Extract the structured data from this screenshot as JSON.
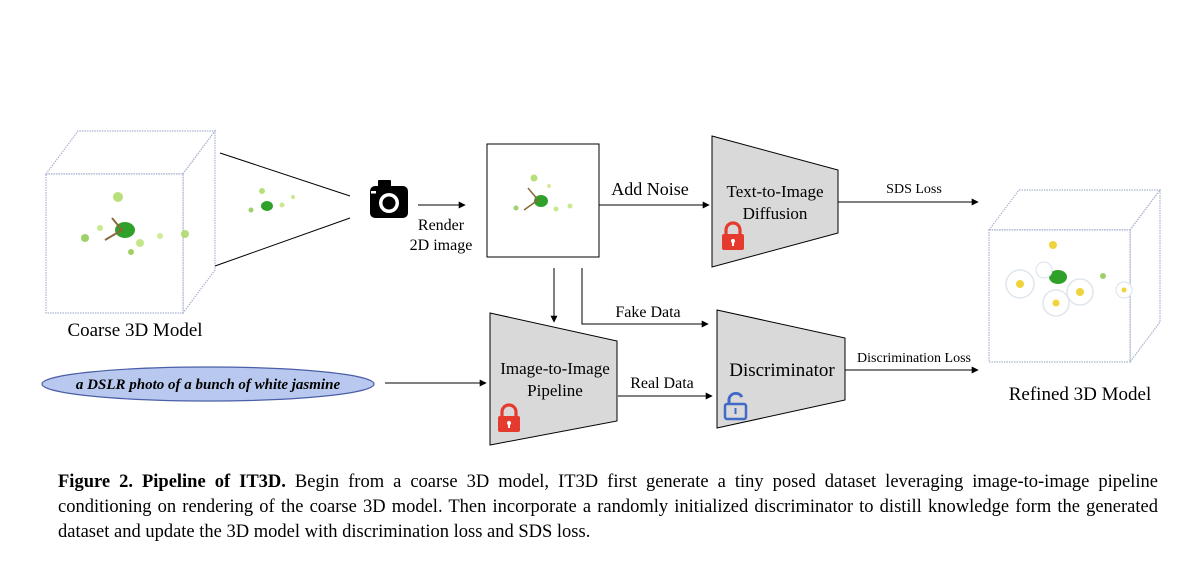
{
  "diagram": {
    "coarse_label": "Coarse 3D Model",
    "render_label_line1": "Render",
    "render_label_line2": "2D image",
    "add_noise_label": "Add Noise",
    "t2i_line1": "Text-to-Image",
    "t2i_line2": "Diffusion",
    "sds_loss_label": "SDS Loss",
    "refined_label": "Refined 3D Model",
    "fake_data_label": "Fake Data",
    "real_data_label": "Real Data",
    "i2i_line1": "Image-to-Image",
    "i2i_line2": "Pipeline",
    "discriminator_label": "Discriminator",
    "discrimination_loss_label": "Discrimination Loss",
    "prompt_text": "a DSLR photo of a bunch of white jasmine",
    "icons": [
      "camera-icon",
      "locked-padlock-icon",
      "unlocked-padlock-icon"
    ],
    "colors": {
      "module_fill": "#d9d9d9",
      "locked_padlock": "#e53b2f",
      "unlocked_padlock": "#4169c8",
      "prompt_fill": "#b8c8ee",
      "prompt_stroke": "#4a5fa8",
      "cube_edge": "#aab4cf",
      "leaf_green": "#2fa12b"
    }
  },
  "caption": {
    "figure_label": "Figure 2. Pipeline of IT3D.",
    "text": " Begin from a coarse 3D model, IT3D first generate a tiny posed dataset leveraging image-to-image pipeline conditioning on rendering of the coarse 3D model. Then incorporate a randomly initialized discriminator to distill knowledge form the generated dataset and update the 3D model with discrimination loss and SDS loss."
  }
}
